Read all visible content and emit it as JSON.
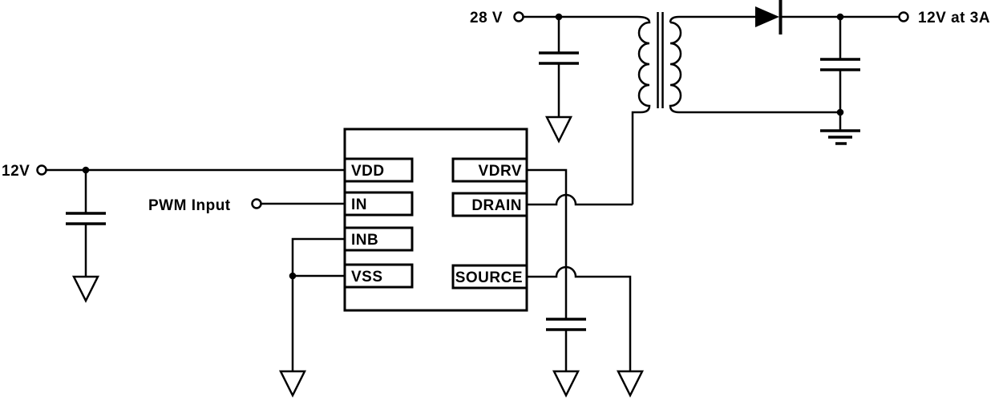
{
  "schematic": {
    "labels": {
      "supply_28v": "28 V",
      "output_12v_3a": "12V at 3A",
      "supply_12v": "12V",
      "pwm_input": "PWM Input"
    },
    "ic": {
      "left_pins": [
        "VDD",
        "IN",
        "INB",
        "VSS"
      ],
      "right_pins": [
        "VDRV",
        "DRAIN",
        "SOURCE"
      ]
    },
    "colors": {
      "line": "#000000",
      "text": "#000000",
      "background": "#ffffff"
    }
  }
}
